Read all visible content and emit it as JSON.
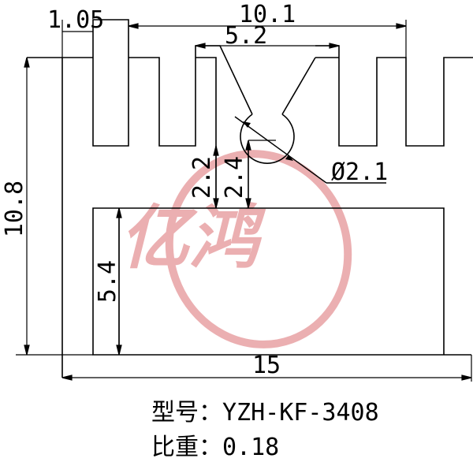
{
  "dimensions": {
    "fin_thickness": "1.05",
    "top_span": "10.1",
    "slot_width": "5.2",
    "total_height": "10.8",
    "left_gap_height": "2.2",
    "slot_gap_height": "2.4",
    "lower_leg_height": "5.4",
    "base_width": "15",
    "hole_diameter": "Ø2.1"
  },
  "watermark": {
    "text": "亿鸿",
    "color": "#e8a2a4"
  },
  "caption": {
    "model": "型号：YZH-KF-3408",
    "ratio": "比重：0.18"
  },
  "colors": {
    "line": "#000000",
    "background": "#ffffff"
  }
}
